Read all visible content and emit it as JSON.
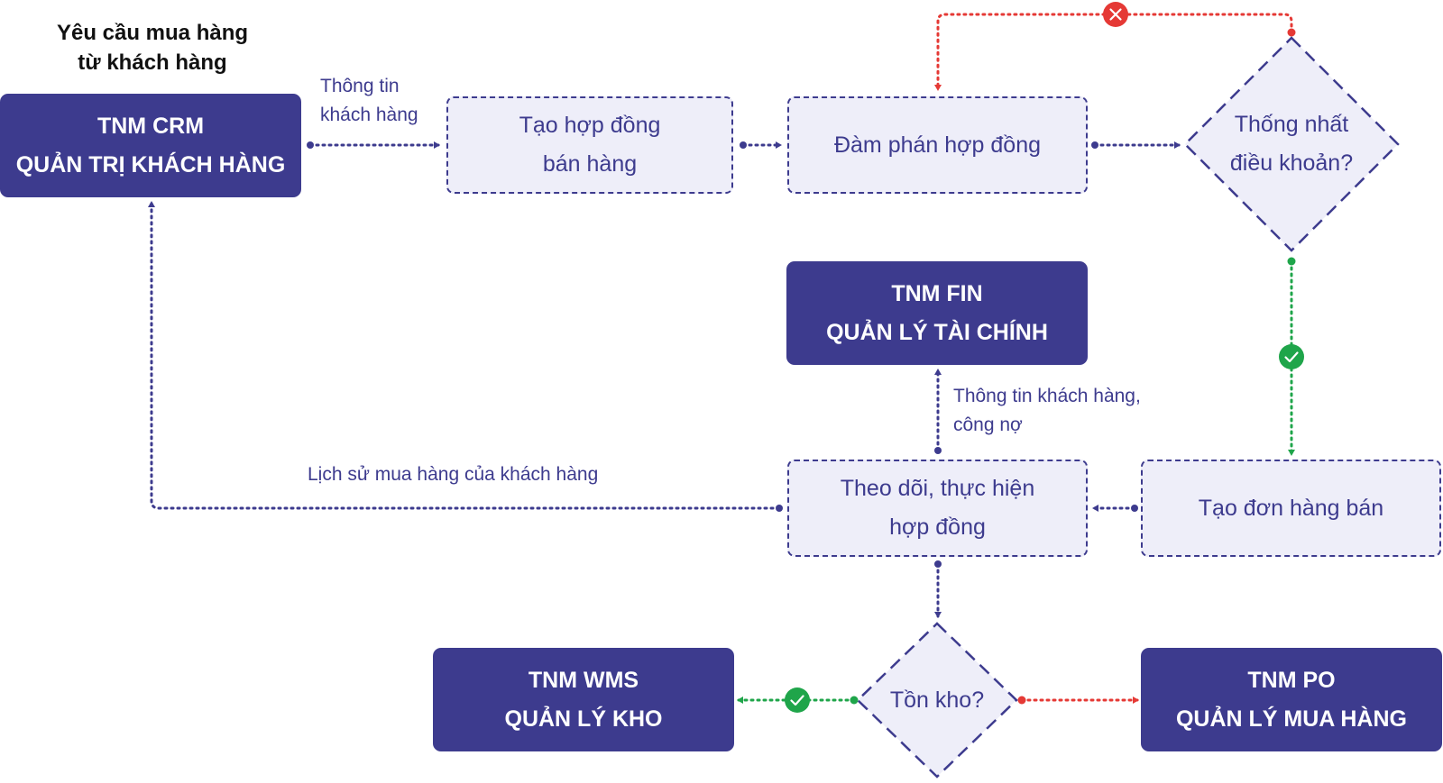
{
  "title": {
    "line1": "Yêu cầu mua hàng",
    "line2": "từ khách hàng"
  },
  "systems": {
    "crm": {
      "line1": "TNM CRM",
      "line2": "QUẢN TRỊ KHÁCH HÀNG"
    },
    "fin": {
      "line1": "TNM FIN",
      "line2": "QUẢN LÝ TÀI CHÍNH"
    },
    "wms": {
      "line1": "TNM WMS",
      "line2": "QUẢN LÝ KHO"
    },
    "po": {
      "line1": "TNM PO",
      "line2": "QUẢN LÝ MUA HÀNG"
    }
  },
  "steps": {
    "create_contract": {
      "line1": "Tạo hợp đồng",
      "line2": "bán hàng"
    },
    "negotiate": {
      "line1": "Đàm phán hợp đồng"
    },
    "track": {
      "line1": "Theo dõi, thực hiện",
      "line2": "hợp đồng"
    },
    "sales_order": {
      "line1": "Tạo đơn hàng bán"
    }
  },
  "decisions": {
    "agree_terms": {
      "line1": "Thống nhất",
      "line2": "điều khoản?"
    },
    "in_stock": {
      "line1": "Tồn kho?"
    }
  },
  "edge_labels": {
    "customer_info": {
      "line1": "Thông tin",
      "line2": "khách hàng"
    },
    "customer_debt": {
      "line1": "Thông tin khách hàng,",
      "line2": "công nợ"
    },
    "purchase_history": {
      "line1": "Lịch sử mua hàng của khách hàng"
    }
  },
  "colors": {
    "primary": "#3d3b8e",
    "step_fill": "#eeeef9",
    "yes": "#1fa54a",
    "no": "#e53935"
  },
  "icons": {
    "yes": "check-icon",
    "no": "cross-icon"
  }
}
